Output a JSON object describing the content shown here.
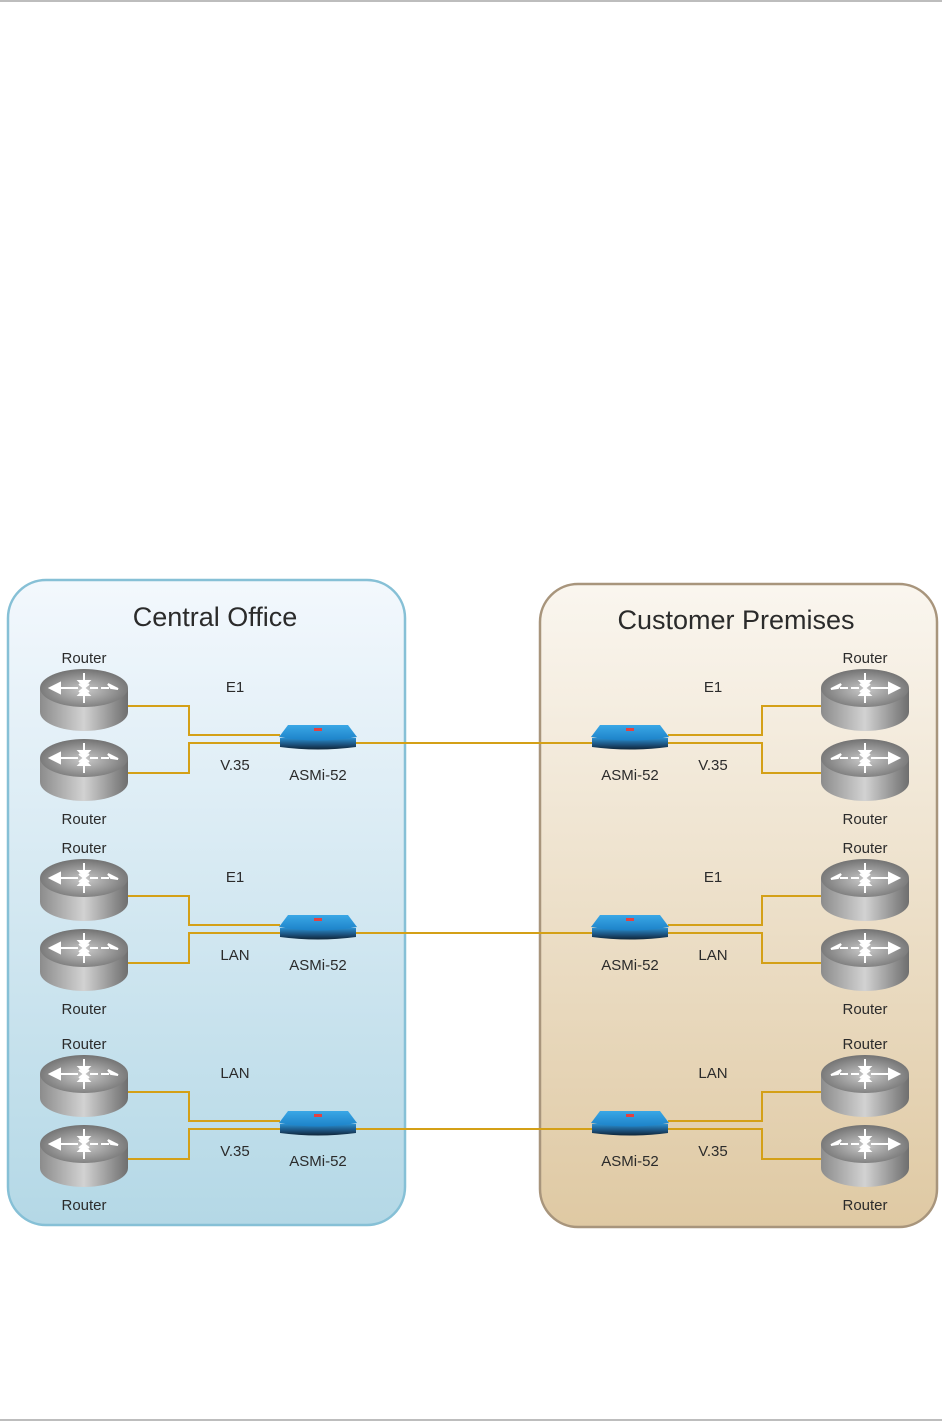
{
  "diagram": {
    "zones": [
      {
        "id": "co",
        "title": "Central Office",
        "theme": "blue"
      },
      {
        "id": "cp",
        "title": "Customer Premises",
        "theme": "tan"
      }
    ],
    "link_color": "#d4a017",
    "device_label": "ASMi-52",
    "router_label": "Router",
    "groups": [
      {
        "upper_interface": "E1",
        "lower_interface": "V.35"
      },
      {
        "upper_interface": "E1",
        "lower_interface": "LAN"
      },
      {
        "upper_interface": "LAN",
        "lower_interface": "V.35"
      }
    ]
  }
}
